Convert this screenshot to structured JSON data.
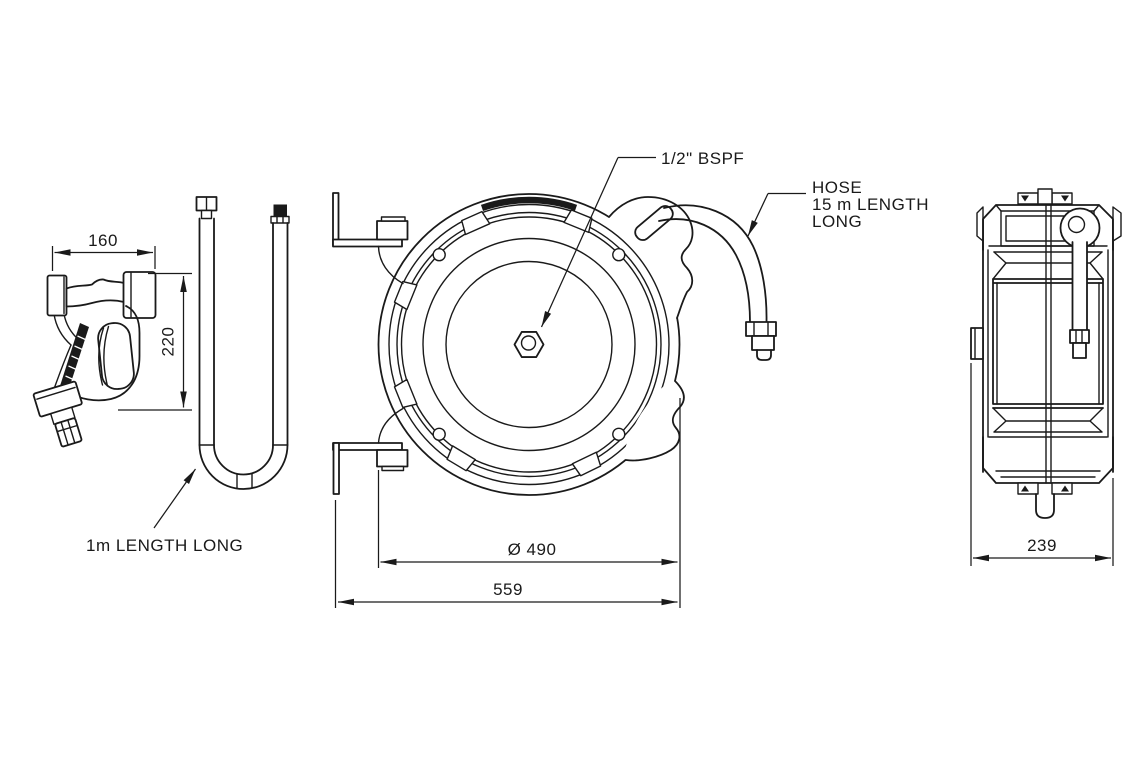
{
  "drawing": {
    "type": "technical-orthographic-views",
    "subject": "retractable hose reel with spray gun",
    "colors": {
      "background": "#ffffff",
      "line": "#1a1a1a"
    }
  },
  "labels": {
    "port": "1/2\" BSPF",
    "hose": {
      "l1": "HOSE",
      "l2": "15 m LENGTH",
      "l3": "LONG"
    },
    "inlet_note": "1m LENGTH LONG"
  },
  "dimensions": {
    "gun_width": "160",
    "gun_height": "220",
    "reel_diameter": "Ø 490",
    "overall_width": "559",
    "depth": "239"
  }
}
